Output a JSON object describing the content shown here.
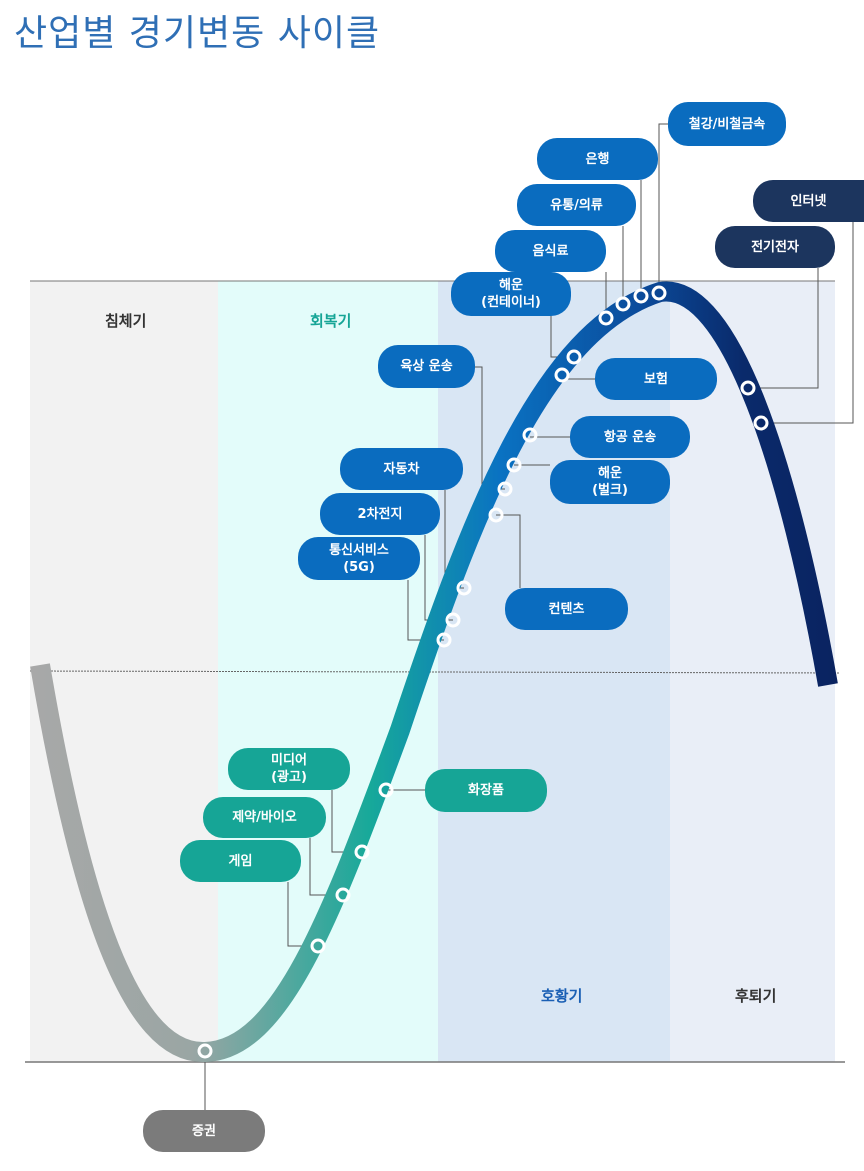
{
  "title": "산업별 경기변동 사이클",
  "phases": {
    "recession": "침체기",
    "recovery": "회복기",
    "expansion": "호황기",
    "slowdown": "후퇴기"
  },
  "industries": {
    "steel": "철강/비철금속",
    "bank": "은행",
    "retail": [
      "유통/의류"
    ],
    "food": "음식료",
    "container": [
      "해운",
      "(컨테이너)"
    ],
    "land": "육상 운송",
    "insurance": "보험",
    "air": "항공 운송",
    "bulk": [
      "해운",
      "(벌크)"
    ],
    "auto": "자동차",
    "battery": "2차전지",
    "telecom": [
      "통신서비스",
      "(5G)"
    ],
    "contents": "컨텐츠",
    "internet": "인터넷",
    "electronics": "전기전자",
    "media": [
      "미디어",
      "(광고)"
    ],
    "pharma": "제약/바이오",
    "game": "게임",
    "cosmetics": "화장품",
    "securities": "증권"
  },
  "colors": {
    "title": "#2f6fb5",
    "blue": "#0a6cbf",
    "navy": "#1c355e",
    "teal": "#16a596",
    "gray": "#7b7b7b"
  }
}
